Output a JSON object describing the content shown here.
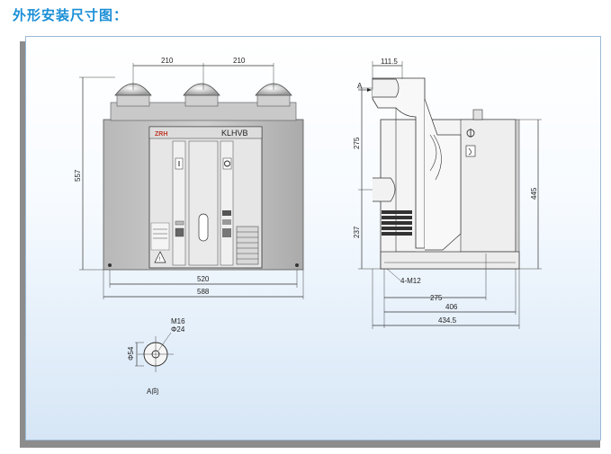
{
  "title": "外形安装尺寸图：",
  "front_view": {
    "brand": "ZRH",
    "model": "KLHVB",
    "dim_top_left": "210",
    "dim_top_right": "210",
    "dim_height": "557",
    "dim_inner_width": "520",
    "dim_outer_width": "588"
  },
  "side_view": {
    "dim_top": "111.5",
    "section_marker": "A",
    "dim_upper": "275",
    "dim_lower": "237",
    "dim_height": "445",
    "bolt_label": "4-M12",
    "dim_275": "275",
    "dim_406": "406",
    "dim_434": "434.5"
  },
  "detail_view": {
    "label_m16": "M16",
    "label_phi": "Φ24",
    "label_phi54": "Φ54",
    "caption": "A向"
  }
}
